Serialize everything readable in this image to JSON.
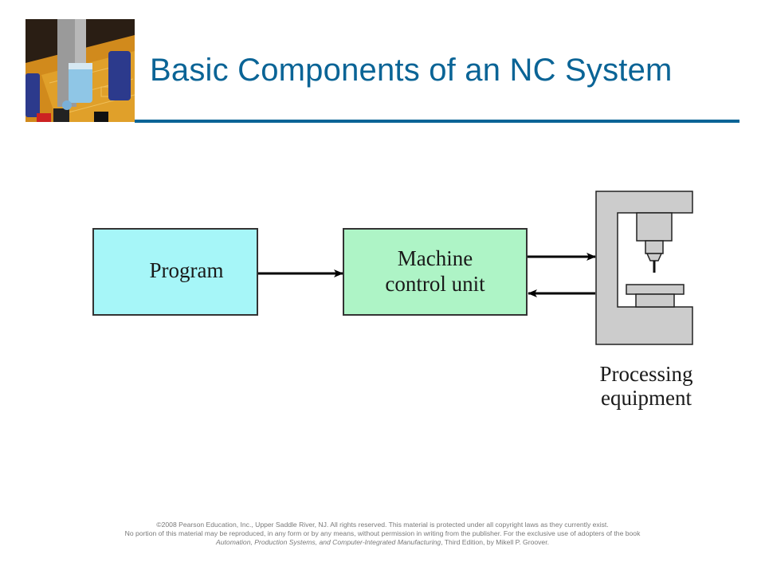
{
  "slide": {
    "title": "Basic Components of an NC System",
    "accent_color": "#0a6496"
  },
  "diagram": {
    "blocks": [
      {
        "id": "program",
        "lines": [
          "Program"
        ],
        "fill": "#a6f6f8"
      },
      {
        "id": "mcu",
        "lines": [
          "Machine",
          "control unit"
        ],
        "fill": "#aef4c6"
      },
      {
        "id": "equipment",
        "lines": [
          "Processing",
          "equipment"
        ],
        "fill": "#cccccc"
      }
    ],
    "connections": [
      {
        "from": "program",
        "to": "mcu"
      },
      {
        "from": "mcu",
        "to": "equipment"
      },
      {
        "from": "equipment",
        "to": "mcu"
      }
    ]
  },
  "footer": {
    "line1": "©2008 Pearson Education, Inc., Upper Saddle River, NJ.  All rights reserved.  This material is protected under all copyright laws as they currently exist.",
    "line2": "No portion of this material may be reproduced, in any form or by any means, without permission in writing from the publisher.  For the exclusive use of adopters of the book",
    "line3_title": "Automation, Production Systems, and Computer-Integrated Manufacturing",
    "line3_rest": ", Third Edition, by Mikell P. Groover."
  }
}
